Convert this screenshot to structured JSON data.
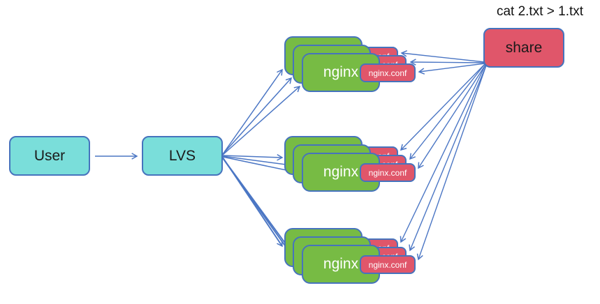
{
  "annotation": {
    "text": "cat 2.txt > 1.txt"
  },
  "nodes": {
    "user": {
      "label": "User",
      "color": "#7adeda"
    },
    "lvs": {
      "label": "LVS",
      "color": "#7adeda"
    },
    "share": {
      "label": "share",
      "color": "#e0566a"
    }
  },
  "clusters": [
    {
      "id": "top",
      "nginx_label": "nginx",
      "conf_label": "nginx.conf",
      "instances": 3
    },
    {
      "id": "middle",
      "nginx_label": "nginx",
      "conf_label": "nginx.conf",
      "instances": 3
    },
    {
      "id": "bottom",
      "nginx_label": "nginx",
      "conf_label": "nginx.conf",
      "instances": 3
    }
  ],
  "edges": {
    "user_to_lvs": {
      "from": "User",
      "to": "LVS",
      "count": 1
    },
    "lvs_to_nginx": {
      "from": "LVS",
      "to": "nginx",
      "count": 9,
      "note": "one arrow to each stacked nginx instance in all 3 clusters"
    },
    "share_to_conf": {
      "from": "share",
      "to": "nginx.conf",
      "count": 9,
      "note": "one arrow to each nginx.conf in all 3 clusters"
    }
  },
  "colors": {
    "node_cyan": "#7adeda",
    "node_green": "#77bb44",
    "node_red": "#e0566a",
    "border_blue": "#4673bd",
    "arrow_blue": "#4b76c4",
    "text_dark": "#1a1a1a",
    "text_white": "#ffffff",
    "background": "#ffffff"
  }
}
